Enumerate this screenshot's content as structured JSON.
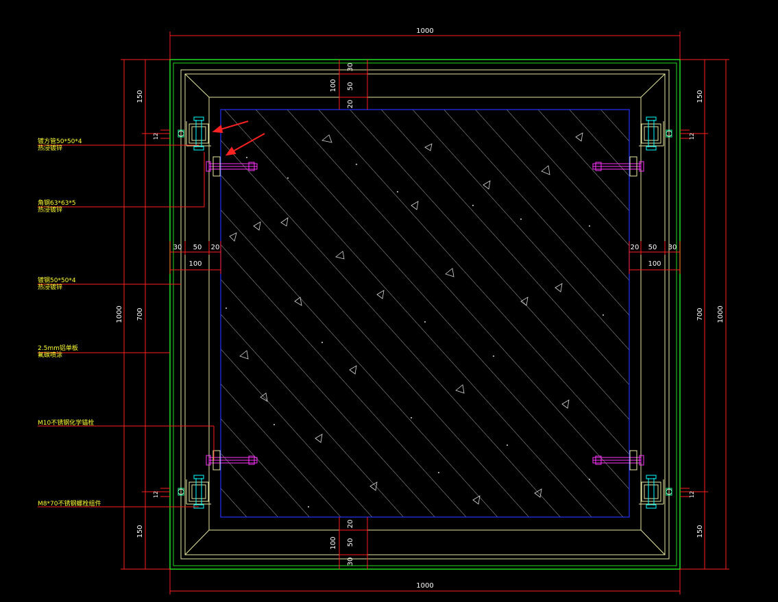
{
  "colors": {
    "background": "#000000",
    "dimension": "#ff2020",
    "frame_outer": "#22dd22",
    "frame_inner": "#e8e8a0",
    "slab_border": "#2233ff",
    "hatch": "#d8d8d8",
    "text": "#ffff33",
    "bolt": "#ff33ff",
    "arrow": "#ff2222",
    "detail": "#00ffff"
  },
  "dimensions": {
    "overall_width_top": "1000",
    "overall_width_bottom": "1000",
    "overall_height_left": "1000",
    "overall_height_right": "1000",
    "top_30": "30",
    "top_50": "50",
    "top_20": "20",
    "top_100": "100",
    "bottom_20": "20",
    "bottom_50": "50",
    "bottom_30": "30",
    "bottom_100": "100",
    "left_150_top": "150",
    "left_700": "700",
    "left_150_bottom": "150",
    "right_150_top": "150",
    "right_700": "700",
    "right_150_bottom": "150",
    "left_30": "30",
    "left_50": "50",
    "left_20": "20",
    "left_100": "100",
    "right_20": "20",
    "right_50": "50",
    "right_30": "30",
    "right_100": "100",
    "bolt_gap_tl": "12",
    "bolt_gap_tr": "12",
    "bolt_gap_bl": "12",
    "bolt_gap_br": "12"
  },
  "annotations": [
    {
      "line1": "镀方管50*50*4",
      "line2": "热浸镀锌"
    },
    {
      "line1": "角钢63*63*5",
      "line2": "热浸镀锌"
    },
    {
      "line1": "镀钢50*50*4",
      "line2": "热浸镀锌"
    },
    {
      "line1": "2.5mm铝单板",
      "line2": "氟碳喷涂"
    },
    {
      "line1": "M10不锈钢化学锚栓",
      "line2": ""
    },
    {
      "line1": "M8*70不锈钢螺栓组件",
      "line2": ""
    }
  ]
}
